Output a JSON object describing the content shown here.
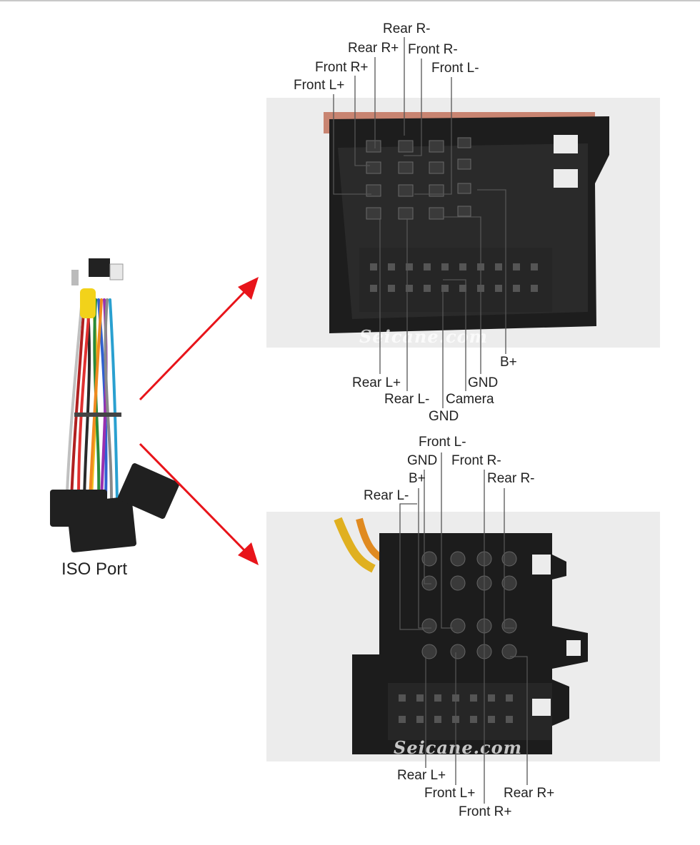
{
  "iso_port": {
    "caption": "ISO Port"
  },
  "watermark": "Seicane.com",
  "top_connector": {
    "labels_top": [
      "Rear R-",
      "Rear R+",
      "Front R-",
      "Front R+",
      "Front L-",
      "Front L+"
    ],
    "labels_bottom": [
      "B+",
      "GND",
      "Rear L+",
      "Camera",
      "Rear L-",
      "GND"
    ]
  },
  "bottom_connector": {
    "labels_top": [
      "Front L-",
      "GND",
      "Front R-",
      "B+",
      "Rear R-",
      "Rear L-"
    ],
    "labels_bottom": [
      "Rear L+",
      "Front L+",
      "Rear R+",
      "Front R+"
    ]
  },
  "colors": {
    "arrow": "#e8141a",
    "leader": "#555555",
    "plastic": "#1f1f1f"
  }
}
